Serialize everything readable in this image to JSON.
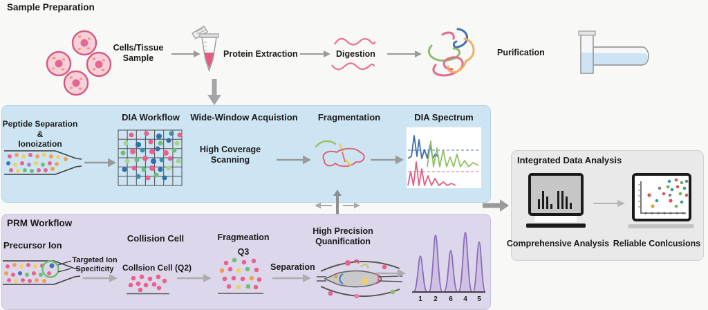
{
  "header": {
    "title": "Sample Preparation"
  },
  "sample_prep": {
    "cells_label": "Cells/Tissue\nSample",
    "protein_extraction": "Protein Extraction",
    "digestion": "Digestion",
    "purification": "Purification"
  },
  "dia": {
    "title": "DIA Workflow",
    "peptide_separation": "Peptide Separation\n&\nIonoization",
    "wide_window": "Wide-Window Acquistion",
    "high_coverage": "High Coverage\nScanning",
    "fragmentation": "Fragmentation",
    "spectrum_title": "DIA Spectrum"
  },
  "prm": {
    "title": "PRM Workflow",
    "precursor": "Precursor Ion",
    "targeted_ion": "Targeted Ion\nSpecificity",
    "collision_header": "Collision Cell",
    "collision_label": "Collsion Cell (Q2)",
    "fragmeation": "Fragmeation",
    "q3": "Q3",
    "separation": "Separation",
    "quantification": "High Precision\nQuanification",
    "peaks": {
      "labels": [
        "1",
        "2",
        "6",
        "4",
        "5"
      ]
    }
  },
  "analysis": {
    "title": "Integrated Data Analysis",
    "comprehensive": "Comprehensive Analysis",
    "reliable": "Reliable Conlcusions"
  },
  "colors": {
    "dia_box": "#cde4f2",
    "prm_box": "#ddd7eb",
    "analysis_box": "#e9e9e9",
    "arrow": "#9a9a9a",
    "dot_pink": "#e8638c",
    "dot_blue": "#3f74b5",
    "dot_green": "#6fbf73",
    "trace_blue": "#3a6ea8",
    "trace_green": "#8fc060",
    "trace_pink": "#dc5f7f",
    "peak_purple": "#8a6cb8"
  }
}
